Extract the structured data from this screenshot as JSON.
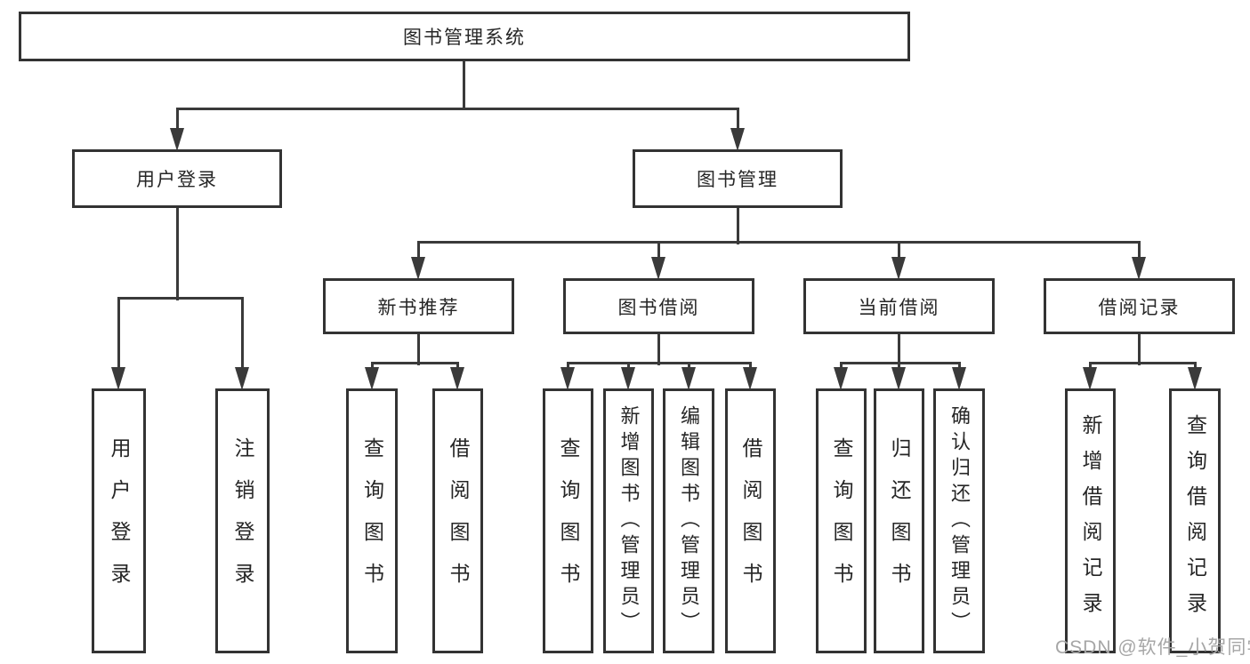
{
  "diagram": {
    "title": "图书管理系统",
    "type": "hierarchy-tree",
    "colors": {
      "line": "#3a3a3a",
      "box_border": "#333333",
      "text": "#262626",
      "background": "#ffffff",
      "watermark": "#a6a6a6"
    }
  },
  "nodes": {
    "root": {
      "label": "图书管理系统"
    },
    "level2": [
      {
        "label": "用户登录",
        "parent": "图书管理系统"
      },
      {
        "label": "图书管理",
        "parent": "图书管理系统"
      }
    ],
    "level3": [
      {
        "label": "新书推荐",
        "parent": "图书管理"
      },
      {
        "label": "图书借阅",
        "parent": "图书管理"
      },
      {
        "label": "当前借阅",
        "parent": "图书管理"
      },
      {
        "label": "借阅记录",
        "parent": "图书管理"
      }
    ],
    "leaves": [
      {
        "label": "用户登录",
        "parent": "用户登录"
      },
      {
        "label": "注销登录",
        "parent": "用户登录"
      },
      {
        "label": "查询图书",
        "parent": "新书推荐"
      },
      {
        "label": "借阅图书",
        "parent": "新书推荐"
      },
      {
        "label": "查询图书",
        "parent": "图书借阅"
      },
      {
        "label": "新增图书（管理员）",
        "parent": "图书借阅"
      },
      {
        "label": "编辑图书（管理员）",
        "parent": "图书借阅"
      },
      {
        "label": "借阅图书",
        "parent": "图书借阅"
      },
      {
        "label": "查询图书",
        "parent": "当前借阅"
      },
      {
        "label": "归还图书",
        "parent": "当前借阅"
      },
      {
        "label": "确认归还（管理员）",
        "parent": "当前借阅"
      },
      {
        "label": "新增借阅记录",
        "parent": "借阅记录"
      },
      {
        "label": "查询借阅记录",
        "parent": "借阅记录"
      }
    ]
  },
  "watermark": "CSDN @软件_小贺同学"
}
